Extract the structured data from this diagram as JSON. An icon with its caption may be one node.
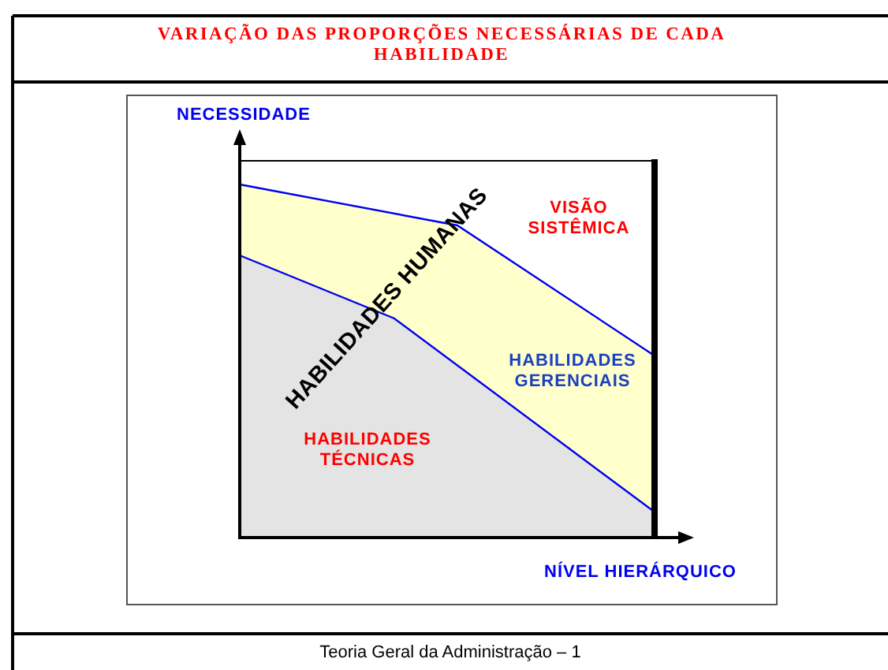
{
  "diagram": {
    "title": "VARIAÇÃO DAS PROPORÇÕES NECESSÁRIAS DE CADA HABILIDADE",
    "caption": "Teoria Geral da Administração – 1",
    "labels": [
      "NECESSIDADE",
      "HABILIDADES HUMANAS",
      "VISÃO SISTÊMICA",
      "HABILIDADES GERENCIAIS",
      "HABILIDADES TÉCNICAS",
      "NÍVEL HIERÁRQUICO"
    ]
  }
}
